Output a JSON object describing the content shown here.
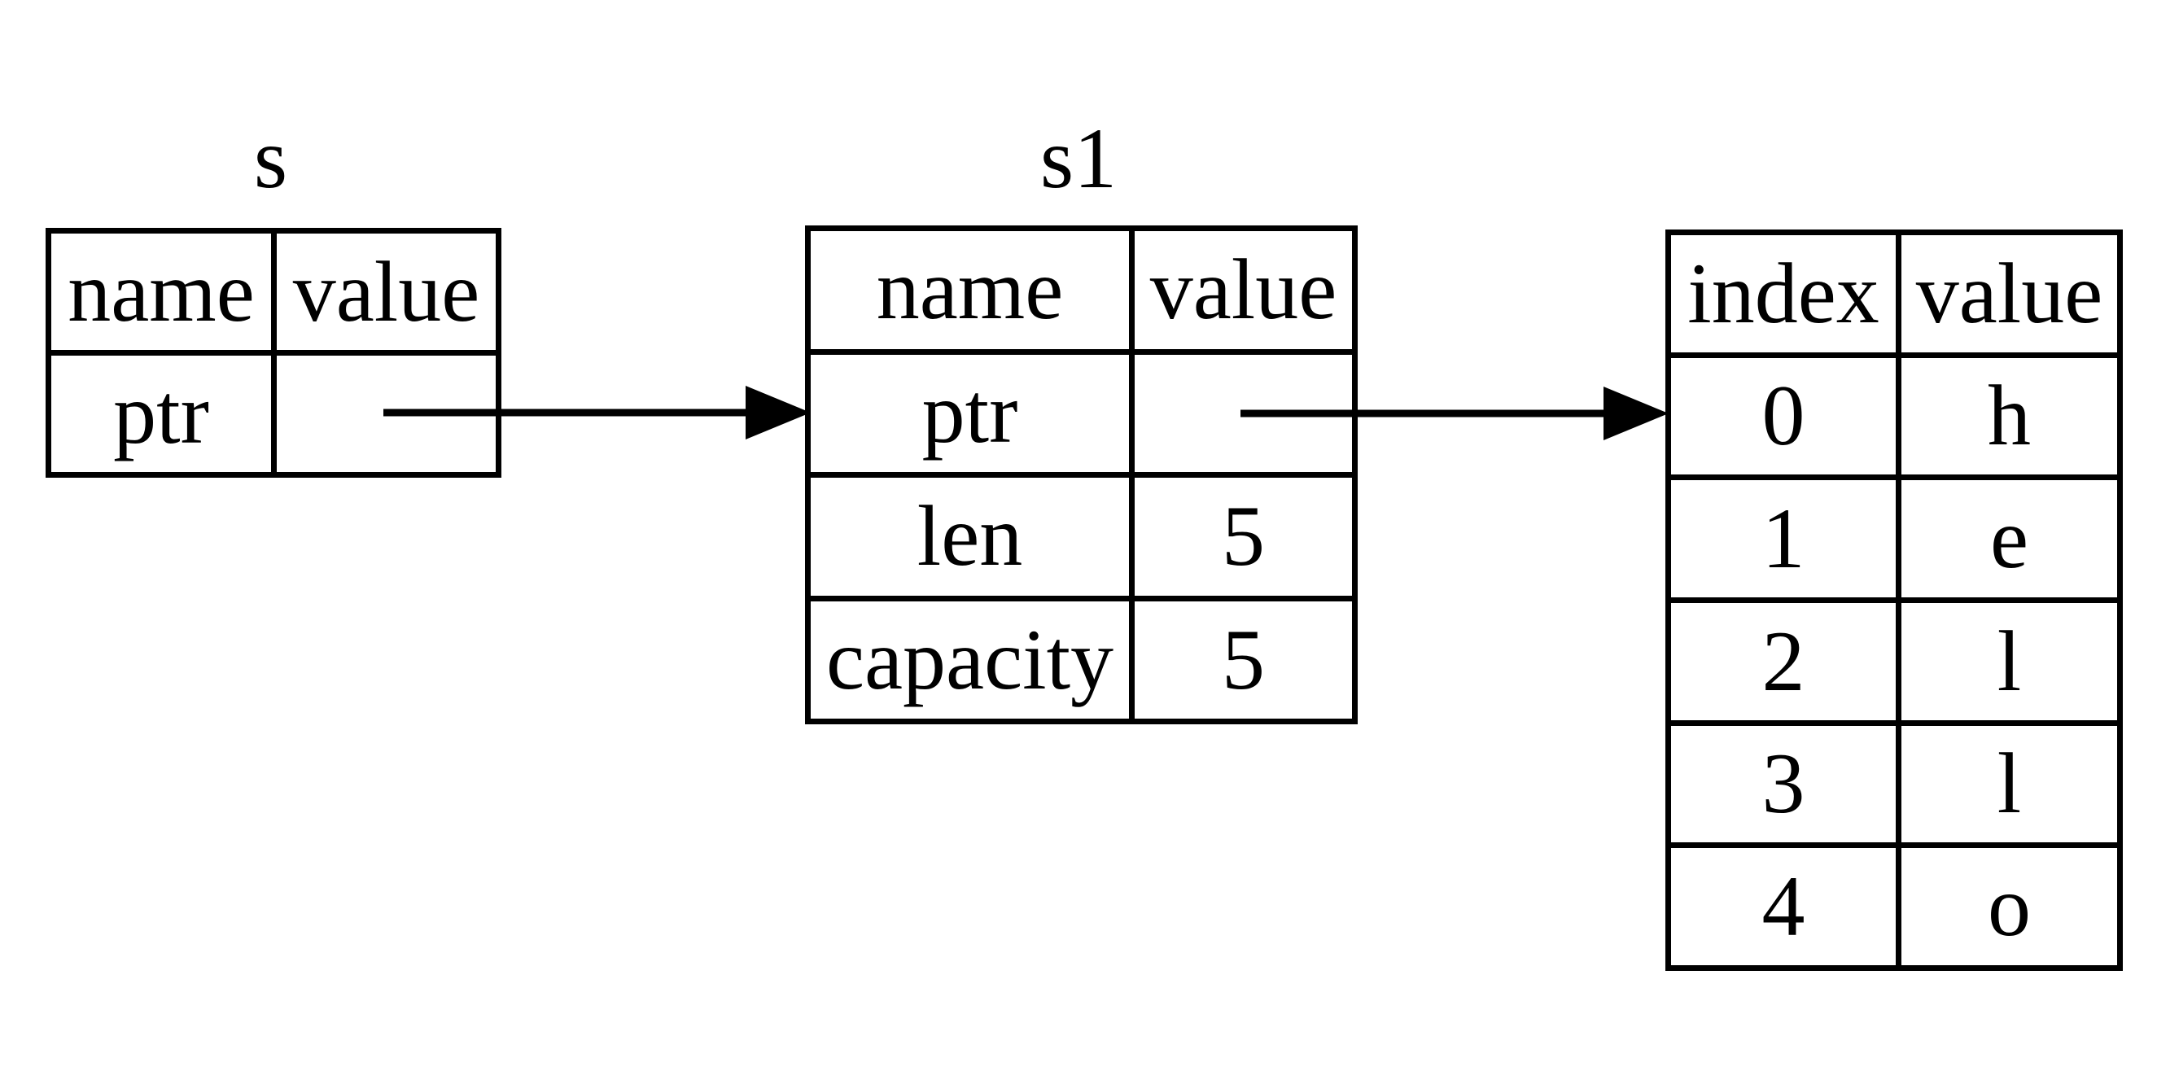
{
  "diagram": {
    "description": "String memory layout diagram: stack variables s and s1 pointing to heap character data",
    "background_color": "#ffffff",
    "line_color": "#000000",
    "tables": {
      "s": {
        "title": "s",
        "headers": [
          "name",
          "value"
        ],
        "rows": [
          {
            "name": "ptr",
            "value": ""
          }
        ]
      },
      "s1": {
        "title": "s1",
        "headers": [
          "name",
          "value"
        ],
        "rows": [
          {
            "name": "ptr",
            "value": ""
          },
          {
            "name": "len",
            "value": "5"
          },
          {
            "name": "capacity",
            "value": "5"
          }
        ]
      },
      "heap": {
        "title": "",
        "headers": [
          "index",
          "value"
        ],
        "rows": [
          {
            "index": "0",
            "value": "h"
          },
          {
            "index": "1",
            "value": "e"
          },
          {
            "index": "2",
            "value": "l"
          },
          {
            "index": "3",
            "value": "l"
          },
          {
            "index": "4",
            "value": "o"
          }
        ]
      }
    },
    "arrows": [
      {
        "from": "s.ptr",
        "to": "s1"
      },
      {
        "from": "s1.ptr",
        "to": "heap.row0"
      }
    ]
  }
}
